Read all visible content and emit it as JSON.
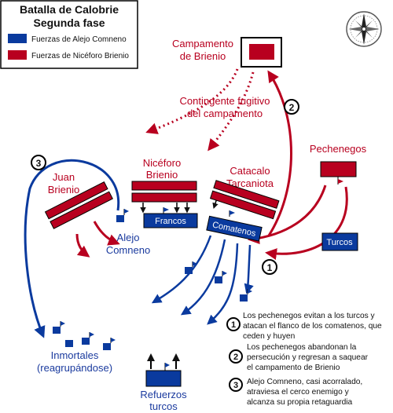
{
  "legend": {
    "title_line1": "Batalla de Calobrie",
    "title_line2": "Segunda fase",
    "items": [
      {
        "label": "Fuerzas de Alejo Comneno",
        "color": "#0a3a9e"
      },
      {
        "label": "Fuerzas de Nicéforo Brienio",
        "color": "#b8001f"
      }
    ]
  },
  "labels": {
    "campamento": [
      "Campamento",
      "de Brienio"
    ],
    "contingente": [
      "Contingente fugitivo",
      "del campamento"
    ],
    "niceforo": [
      "Nicéforo",
      "Brienio"
    ],
    "catacalo": [
      "Catacalo",
      "Tarcaniota"
    ],
    "juan": [
      "Juan",
      "Brienio"
    ],
    "pechenegos": "Pechenegos",
    "alejo": [
      "Alejo",
      "Comneno"
    ],
    "francos": "Francos",
    "comatenos": "Comatenos",
    "turcos": "Turcos",
    "inmortales": [
      "Inmortales",
      "(reagrupándose)"
    ],
    "refuerzos": [
      "Refuerzos",
      "turcos"
    ]
  },
  "step_markers": [
    "1",
    "2",
    "3"
  ],
  "notes": [
    {
      "num": "1",
      "lines": [
        "Los pechenegos evitan a los turcos y",
        "atacan el flanco de los comatenos, que",
        "ceden y huyen"
      ]
    },
    {
      "num": "2",
      "lines": [
        "Los pechenegos abandonan la",
        "persecución y regresan a saquear",
        "el campamento de Brienio"
      ]
    },
    {
      "num": "3",
      "lines": [
        "Alejo Comneno, casi acorralado,",
        "atraviesa el cerco enemigo y",
        "alcanza su propia retaguardia"
      ]
    }
  ],
  "icons": {
    "compass": "compass-rose-icon"
  },
  "colors": {
    "red": "#b8001f",
    "blue": "#0a3a9e",
    "dark_red": "#9c0018"
  }
}
